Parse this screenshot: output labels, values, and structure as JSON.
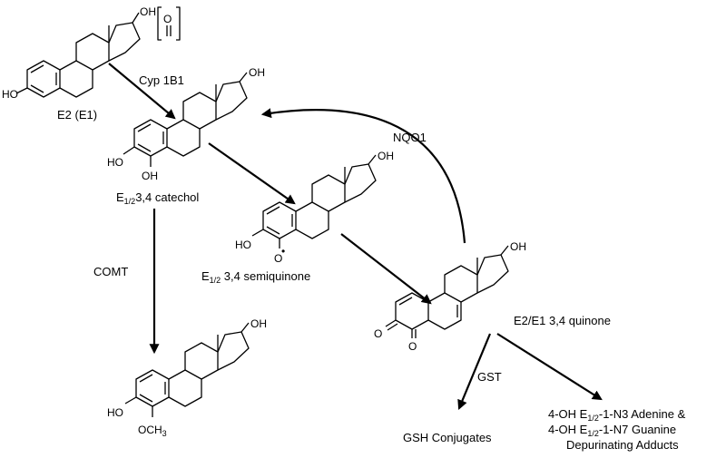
{
  "structures": {
    "e2": {
      "name": "E2 (E1)",
      "oh_top": "OH",
      "ho_left": "HO",
      "bracket_o": "O"
    },
    "catechol": {
      "name_prefix": "E",
      "name_sub": "1/2",
      "name_suffix": "3,4 catechol",
      "oh_top": "OH",
      "ho_left": "HO",
      "oh_bottom": "OH"
    },
    "semiquinone": {
      "name_prefix": "E",
      "name_sub": "1/2",
      "name_suffix": " 3,4 semiquinone",
      "oh_top": "OH",
      "ho_left": "HO",
      "o_radical": "O",
      "radical_mark": "•"
    },
    "quinone": {
      "name": "E2/E1 3,4 quinone",
      "oh_top": "OH",
      "o1": "O",
      "o2": "O"
    },
    "methoxy": {
      "oh_top": "OH",
      "ho_left": "HO",
      "och3": "OCH",
      "och3_sub": "3"
    }
  },
  "enzymes": {
    "cyp": "Cyp 1B1",
    "nqo1": "NQO1",
    "comt": "COMT",
    "gst": "GST"
  },
  "products": {
    "gsh": "GSH Conjugates",
    "adduct_line1_prefix": "4-OH E",
    "adduct_line1_sub": "1/2",
    "adduct_line1_suffix": "-1-N3 Adenine &",
    "adduct_line2_prefix": "4-OH E",
    "adduct_line2_sub": "1/2",
    "adduct_line2_suffix": "-1-N7 Guanine",
    "adduct_line3": "Depurinating Adducts"
  }
}
